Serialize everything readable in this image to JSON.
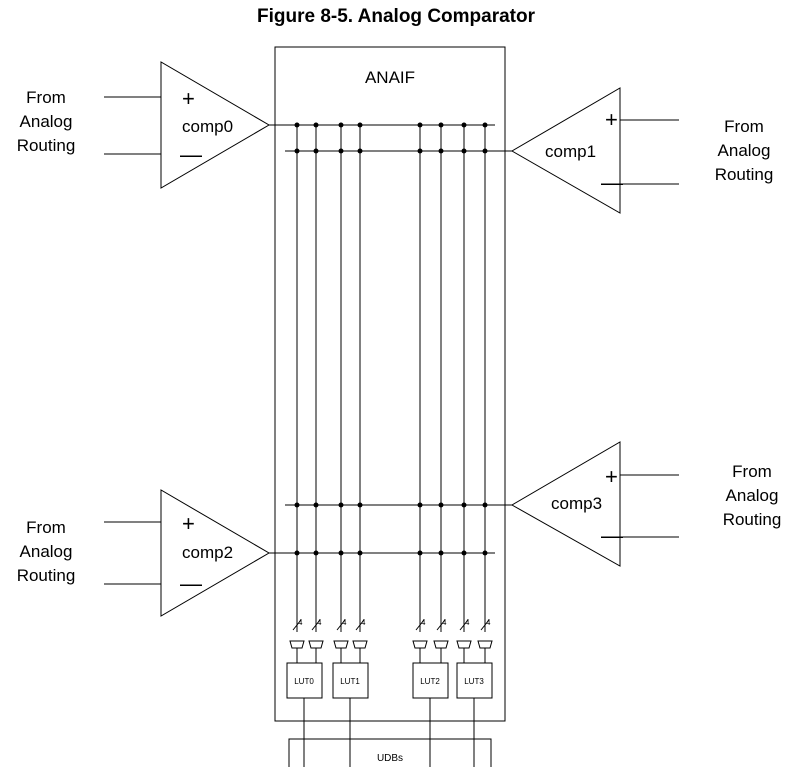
{
  "figure": {
    "title": "Figure 8-5. Analog Comparator"
  },
  "anaif": {
    "label": "ANAIF"
  },
  "comparators": [
    {
      "name": "comp0",
      "plus": "+",
      "minus": "—"
    },
    {
      "name": "comp1",
      "plus": "+",
      "minus": "—"
    },
    {
      "name": "comp2",
      "plus": "+",
      "minus": "—"
    },
    {
      "name": "comp3",
      "plus": "+",
      "minus": "—"
    }
  ],
  "routing_label": {
    "line1": "From",
    "line2": "Analog",
    "line3": "Routing"
  },
  "luts": [
    "LUT0",
    "LUT1",
    "LUT2",
    "LUT3"
  ],
  "udbs": {
    "label": "UDBs"
  },
  "bus_mark": "4"
}
